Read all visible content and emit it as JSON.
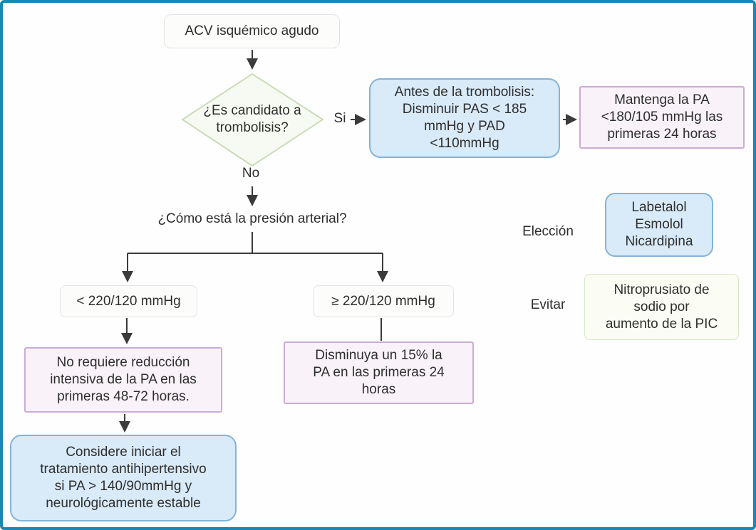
{
  "flowchart": {
    "title": "ACV isquémico agudo",
    "decision": "¿Es candidato a\ntrombolisis?",
    "branch_yes": "Si",
    "branch_no": "No",
    "thrombolysis": "Antes de la trombolisis:\nDisminuir PAS < 185\nmmHg y PAD\n<110mmHg",
    "maintain_bp": "Mantenga la PA\n<180/105 mmHg las\nprimeras 24 horas",
    "bp_question": "¿Cómo está la presión arterial?",
    "bp_low": "< 220/120 mmHg",
    "bp_high": "≥ 220/120 mmHg",
    "no_reduction": "No requiere reducción\nintensiva de la PA en las\nprimeras 48-72 horas.",
    "reduce_15": "Disminuya un 15% la\nPA en las primeras 24\nhoras",
    "consider_treatment": "Considere iniciar el\ntratamiento antihipertensivo\nsi PA > 140/90mmHg y\nneurológicamente estable",
    "drugs": {
      "choice_label": "Elección",
      "choice_options": "Labetalol\nEsmolol\nNicardipina",
      "avoid_label": "Evitar",
      "avoid_option": "Nitroprusiato de\nsodio por\naumento de la PIC"
    }
  },
  "colors": {
    "frame": "#1a87b6",
    "bg": "#fefefe",
    "text": "#2e2e2e",
    "arrow": "#3b3b3b",
    "blue-fill": "#d9eaf8",
    "blue-border": "#85b3d9",
    "pink-fill": "#f9f3f9",
    "pink-border": "#ccabd5",
    "green-fill": "#fbfdf5",
    "green-border": "#d9e6c6",
    "diamond-fill": "#f7faf2",
    "diamond-border": "#cbdcb8",
    "neutral-fill": "#fcfdfb",
    "neutral-border": "#dfe5e3"
  }
}
